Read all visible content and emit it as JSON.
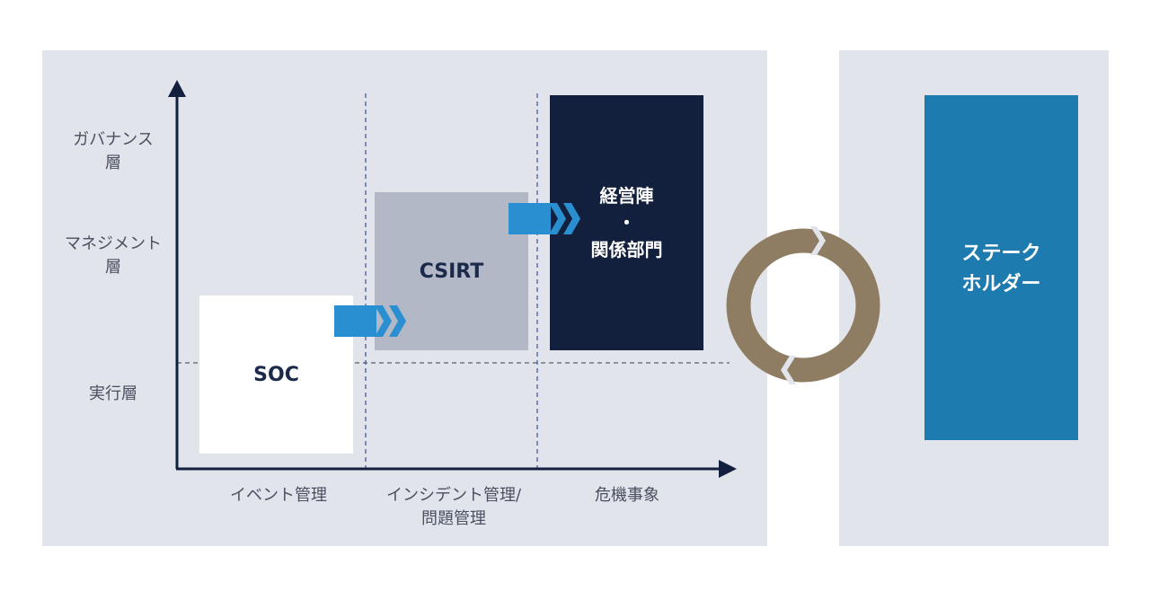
{
  "y_axis": {
    "levels": [
      {
        "line1": "ガバナンス",
        "line2": "層"
      },
      {
        "line1": "マネジメント",
        "line2": "層"
      },
      {
        "line1": "実行層",
        "line2": ""
      }
    ]
  },
  "x_axis": {
    "categories": [
      {
        "line1": "イベント管理",
        "line2": ""
      },
      {
        "line1": "インシデント管理/",
        "line2": "問題管理"
      },
      {
        "line1": "危機事象",
        "line2": ""
      }
    ]
  },
  "boxes": {
    "soc": "SOC",
    "csirt": "CSIRT",
    "executive": {
      "line1": "経営陣",
      "line2": "・",
      "line3": "関係部門"
    },
    "stakeholder": {
      "line1": "ステーク",
      "line2": "ホルダー"
    }
  },
  "colors": {
    "panel": "#e1e4eb",
    "axis": "#13203d",
    "arrow": "#2a8fd0",
    "executive": "#13203d",
    "csirt": "#b2b8c5",
    "stakeholder": "#1e7bb0",
    "cycle": "#8f7d63"
  }
}
